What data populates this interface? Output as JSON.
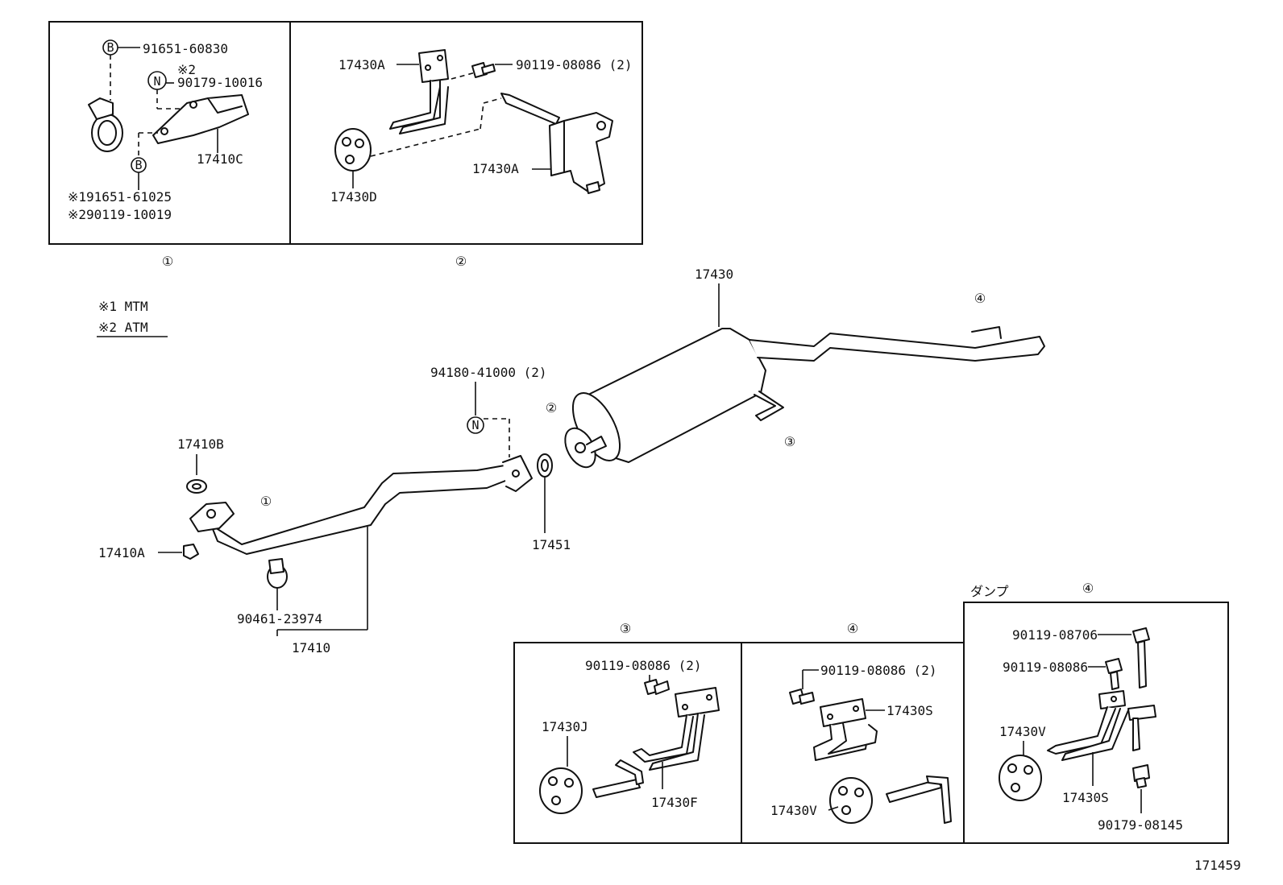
{
  "inset1": {
    "id": "①",
    "b_upper": "B",
    "n_mark": "N",
    "b_lower": "B",
    "p_91651_60830": "91651-60830",
    "note_2": "※2",
    "p_90179_10016": "90179-10016",
    "p_17410C": "17410C",
    "p_note1": "※191651-61025",
    "p_note2": "※290119-10019"
  },
  "inset2": {
    "id": "②",
    "p_17430A_top": "17430A",
    "p_bolt": "90119-08086 (2)",
    "p_17430A_side": "17430A",
    "p_17430D": "17430D"
  },
  "notes": {
    "mtm": "※1 MTM",
    "atm": "※2 ATM"
  },
  "main": {
    "p_17430": "17430",
    "ref4": "④",
    "p_94180": "94180-41000 (2)",
    "n_mark": "N",
    "ref2": "②",
    "ref3": "③",
    "p_17410B": "17410B",
    "ref1": "①",
    "p_17410A": "17410A",
    "p_17451": "17451",
    "p_90461": "90461-23974",
    "p_17410": "17410"
  },
  "inset3": {
    "id": "③",
    "p_bolt": "90119-08086 (2)",
    "p_17430J": "17430J",
    "p_17430F": "17430F"
  },
  "inset4a": {
    "id": "④",
    "p_bolt": "90119-08086 (2)",
    "p_17430S": "17430S",
    "p_17430V": "17430V"
  },
  "inset4b": {
    "variant": "ダンプ",
    "id": "④",
    "p_90119_08706": "90119-08706",
    "p_90119_08086": "90119-08086",
    "p_17430V": "17430V",
    "p_17430S": "17430S",
    "p_90179_08145": "90179-08145"
  },
  "figure_no": "171459"
}
